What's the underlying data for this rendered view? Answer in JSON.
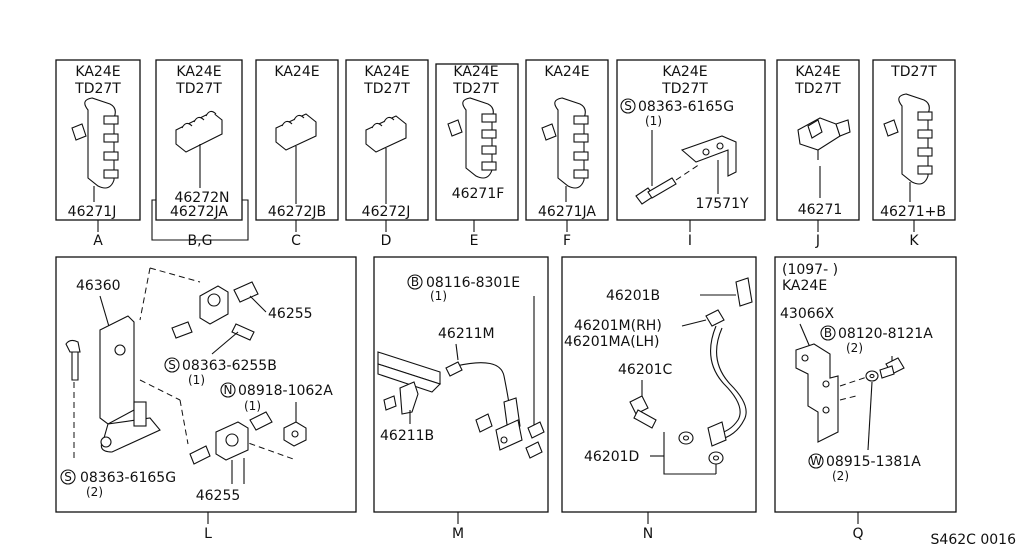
{
  "panels": {
    "A": {
      "label": "A",
      "engines": [
        "KA24E",
        "TD27T"
      ],
      "parts": [
        "46271J"
      ]
    },
    "BG": {
      "label": "B,G",
      "engines": [
        "KA24E",
        "TD27T"
      ],
      "parts": [
        "46272N",
        "46272JA"
      ]
    },
    "C": {
      "label": "C",
      "engines": [
        "KA24E"
      ],
      "parts": [
        "46272JB"
      ]
    },
    "D": {
      "label": "D",
      "engines": [
        "KA24E",
        "TD27T"
      ],
      "parts": [
        "46272J"
      ]
    },
    "E": {
      "label": "E",
      "engines": [
        "KA24E",
        "TD27T"
      ],
      "parts": [
        "46271F"
      ]
    },
    "F": {
      "label": "F",
      "engines": [
        "KA24E"
      ],
      "parts": [
        "46271JA"
      ]
    },
    "I": {
      "label": "I",
      "engines": [
        "KA24E",
        "TD27T"
      ],
      "fastener": {
        "prefix": "S",
        "number": "08363-6165G",
        "qty": "(1)"
      },
      "parts": [
        "17571Y"
      ]
    },
    "J": {
      "label": "J",
      "engines": [
        "KA24E",
        "TD27T"
      ],
      "parts": [
        "46271"
      ]
    },
    "K": {
      "label": "K",
      "engines": [
        "TD27T"
      ],
      "parts": [
        "46271+B"
      ]
    },
    "L": {
      "label": "L",
      "parts": [
        "46360",
        "46255",
        "46255"
      ],
      "fasteners": [
        {
          "prefix": "S",
          "number": "08363-6255B",
          "qty": "(1)"
        },
        {
          "prefix": "N",
          "number": "08918-1062A",
          "qty": "(1)"
        },
        {
          "prefix": "S",
          "number": "08363-6165G",
          "qty": "(2)"
        }
      ]
    },
    "M": {
      "label": "M",
      "fastener": {
        "prefix": "B",
        "number": "08116-8301E",
        "qty": "(1)"
      },
      "parts": [
        "46211M",
        "46211B"
      ]
    },
    "N": {
      "label": "N",
      "parts": [
        "46201B",
        "46201M(RH)",
        "46201MA(LH)",
        "46201C",
        "46201D"
      ]
    },
    "Q": {
      "label": "Q",
      "date_range": "(1097-        )",
      "engine": "KA24E",
      "parts": [
        "43066X"
      ],
      "fasteners": [
        {
          "prefix": "B",
          "number": "08120-8121A",
          "qty": "(2)"
        },
        {
          "prefix": "W",
          "number": "08915-1381A",
          "qty": "(2)"
        }
      ]
    }
  },
  "figure_code": "S462C 0016"
}
